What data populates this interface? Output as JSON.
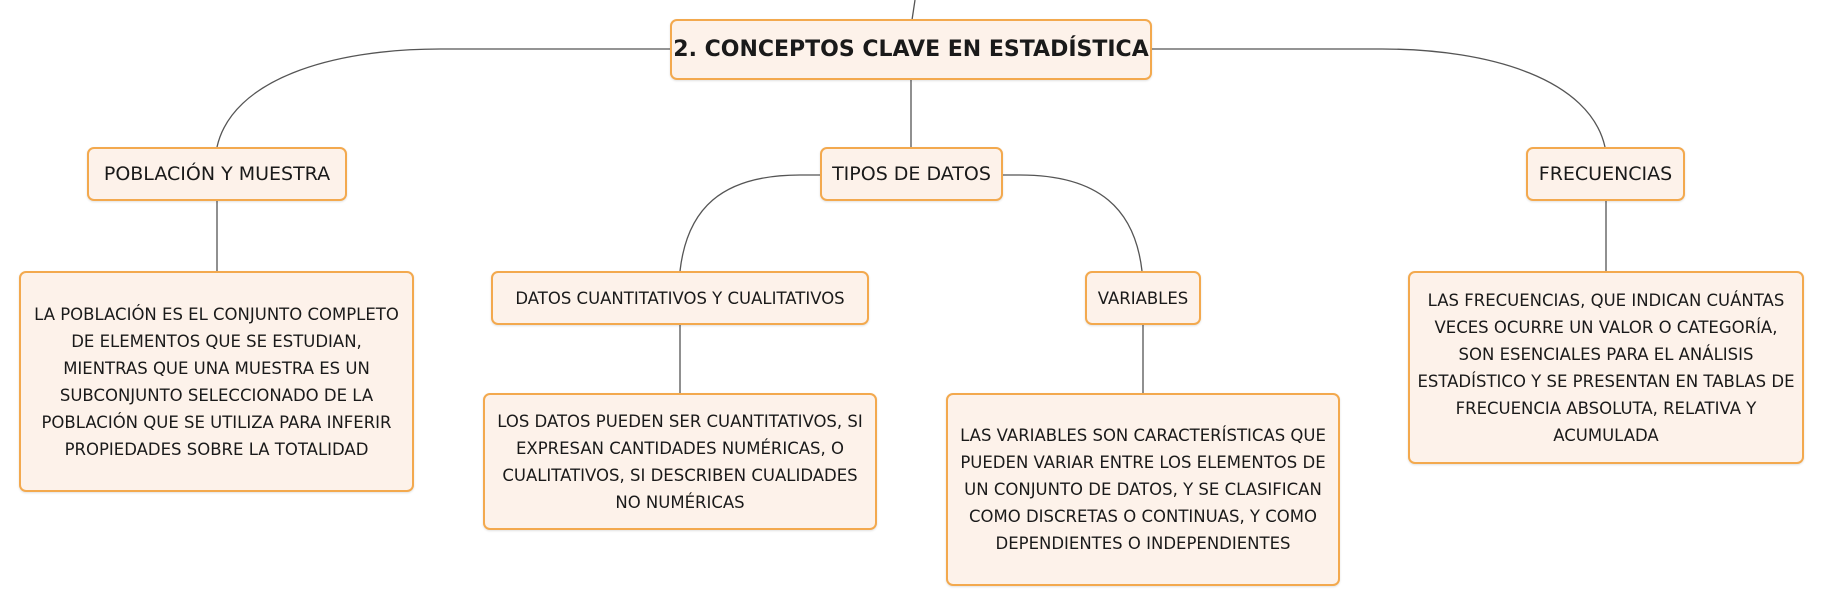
{
  "root": {
    "label": "2. CONCEPTOS CLAVE EN ESTADÍSTICA"
  },
  "poblacion": {
    "label": "POBLACIÓN Y MUESTRA",
    "text": "LA POBLACIÓN ES EL CONJUNTO COMPLETO DE ELEMENTOS QUE SE ESTUDIAN, MIENTRAS QUE UNA MUESTRA ES UN SUBCONJUNTO SELECCIONADO DE LA POBLACIÓN QUE SE UTILIZA PARA INFERIR PROPIEDADES SOBRE LA TOTALIDAD"
  },
  "tipos": {
    "label": "TIPOS DE DATOS",
    "datos": {
      "label": "DATOS CUANTITATIVOS Y CUALITATIVOS",
      "text": "LOS DATOS PUEDEN SER CUANTITATIVOS, SI EXPRESAN CANTIDADES NUMÉRICAS, O CUALITATIVOS, SI DESCRIBEN CUALIDADES NO NUMÉRICAS"
    },
    "variables": {
      "label": "VARIABLES",
      "text": "LAS VARIABLES SON CARACTERÍSTICAS QUE PUEDEN VARIAR ENTRE LOS ELEMENTOS DE UN CONJUNTO DE DATOS, Y SE CLASIFICAN COMO DISCRETAS O CONTINUAS, Y COMO DEPENDIENTES O INDEPENDIENTES"
    }
  },
  "frecuencias": {
    "label": "FRECUENCIAS",
    "text": "LAS FRECUENCIAS, QUE INDICAN CUÁNTAS VECES OCURRE UN VALOR O CATEGORÍA, SON ESENCIALES PARA EL ANÁLISIS ESTADÍSTICO Y SE PRESENTAN EN TABLAS DE FRECUENCIA ABSOLUTA, RELATIVA Y ACUMULADA"
  }
}
